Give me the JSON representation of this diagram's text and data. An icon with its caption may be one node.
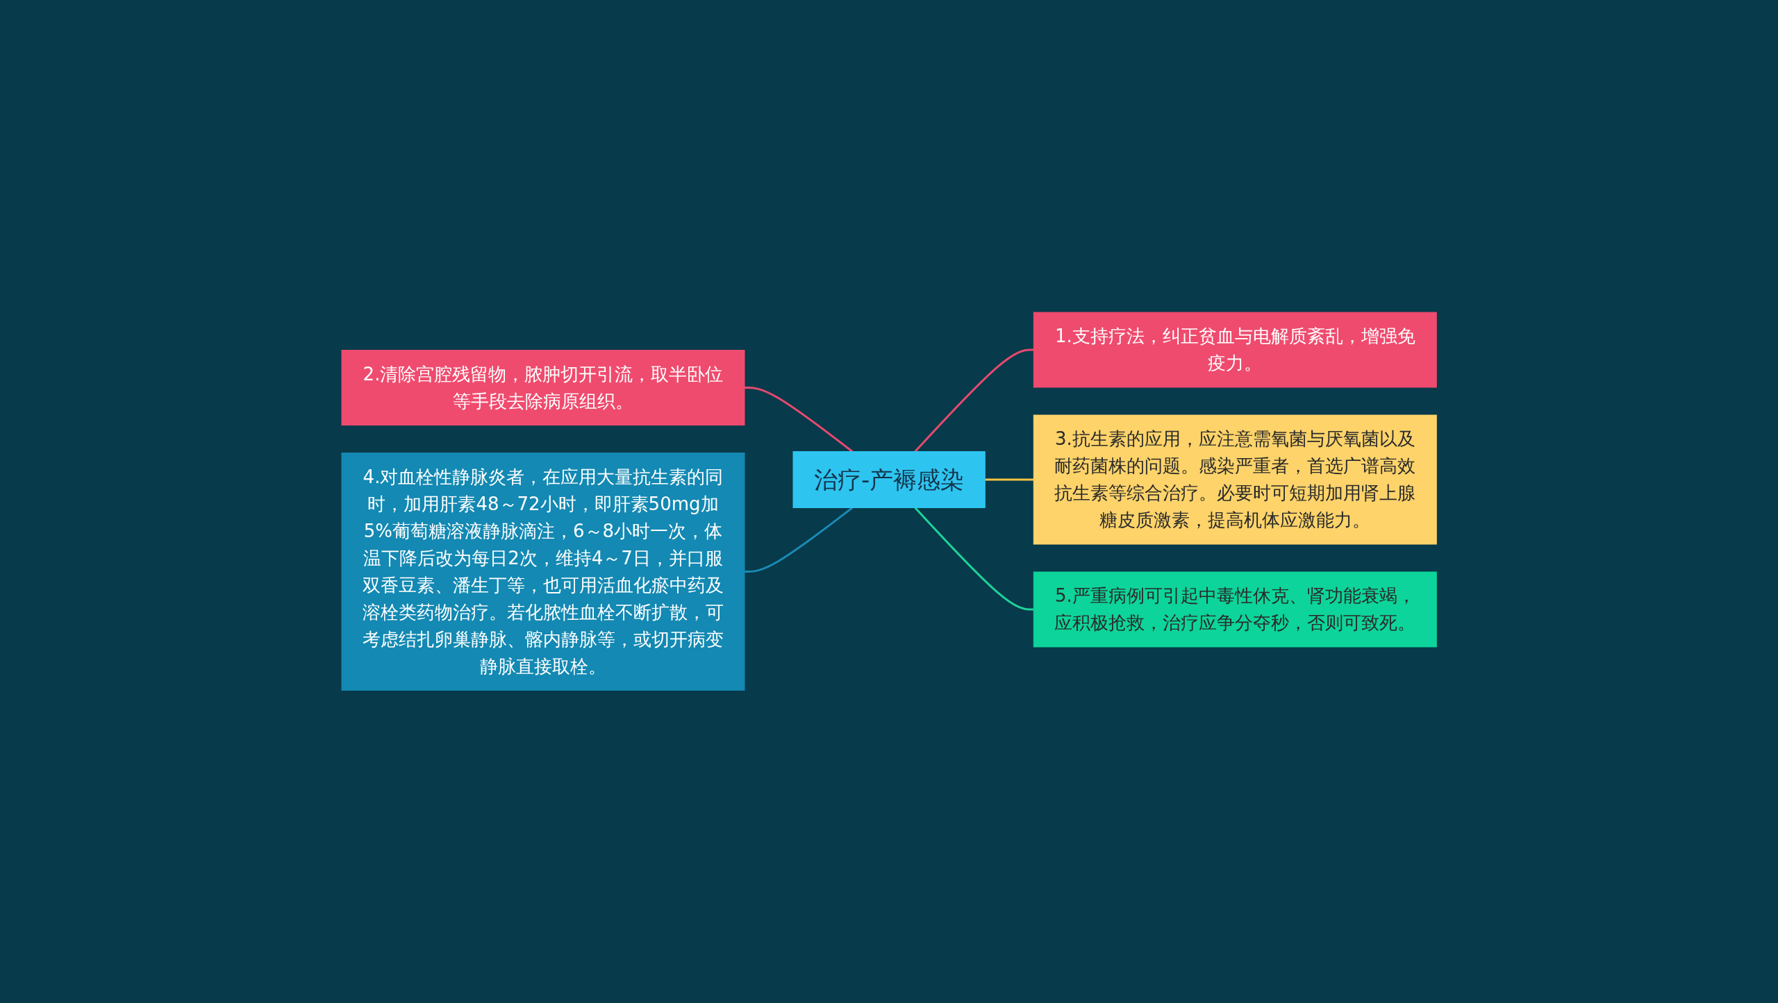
{
  "diagram": {
    "nodes": [
      {
        "text": [
          "治疗-产褥感染"
        ]
      },
      {
        "text": [
          "1.支持疗法，纠正贫血与电解质紊乱，增强免疫力。"
        ]
      },
      {
        "text": [
          "2.清除宫腔残留物，脓肿切开引流，取半卧位等手段去除病原组织。"
        ]
      },
      {
        "text": [
          "3.抗生素的应用，应注意需氧菌与厌氧菌以及耐药菌株的问题。感染严重者，首选广谱高效抗生素等综合治疗。必要时可短期加用肾上腺糖皮质激素，提高机体应激能力。"
        ]
      },
      {
        "text": [
          "4.对血栓性静脉炎者，在应用大量抗生素的同时，加用肝素48～72小时，即肝素50mg加5%葡萄糖溶液静脉滴注，6～8小时一次，体温下降后改为每日2次，维持4～7日，并口服双香豆素、潘生丁等，也可用活血化瘀中药及溶栓类药物治疗。若化脓性血栓不断扩散，可考虑结扎卵巢静脉、髂内静脉等，或切开病变静脉直接取栓。"
        ]
      },
      {
        "text": [
          "5.严重病例可引起中毒性休克、肾功能衰竭，应积极抢救，治疗应争分夺秒，否则可致死。"
        ]
      }
    ],
    "edges": [
      {
        "from": 0,
        "to": 1,
        "arrow": "none",
        "color": "#e84a6f"
      },
      {
        "from": 0,
        "to": 2,
        "arrow": "none",
        "color": "#e84a6f"
      },
      {
        "from": 0,
        "to": 3,
        "arrow": "none",
        "color": "#f5c242"
      },
      {
        "from": 0,
        "to": 4,
        "arrow": "none",
        "color": "#1a8ab5"
      },
      {
        "from": 0,
        "to": 5,
        "arrow": "none",
        "color": "#1dd39b"
      }
    ]
  }
}
